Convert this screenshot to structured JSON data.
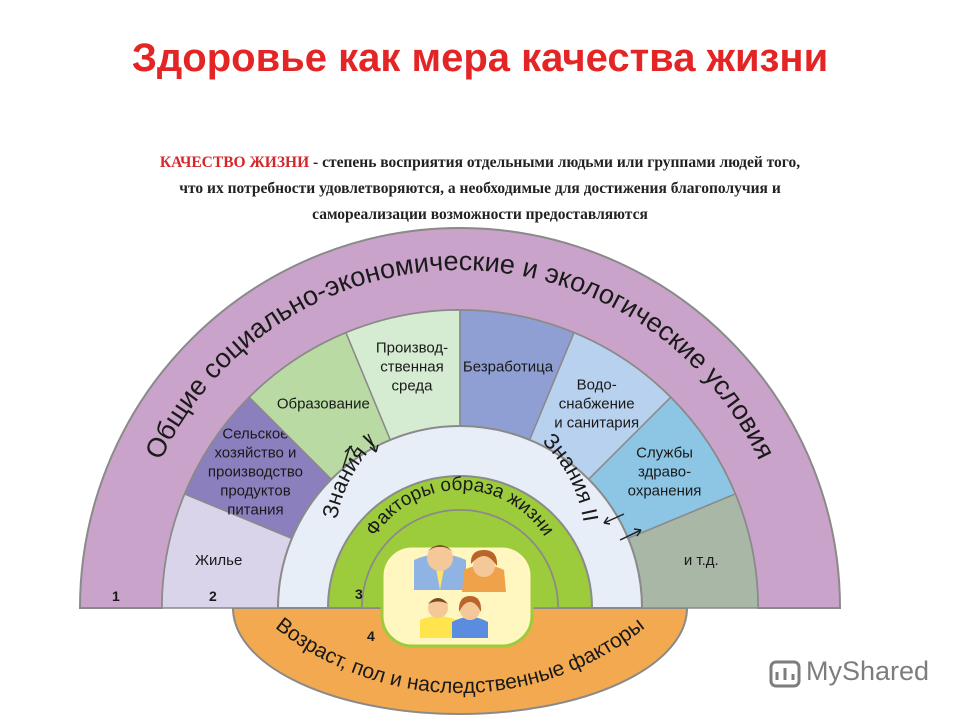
{
  "title": "Здоровье как мера качества жизни",
  "definition": {
    "term": "КАЧЕСТВО ЖИЗНИ",
    "line1": " - степень восприятия отдельными людьми или группами людей того,",
    "line2": "что их потребности удовлетворяются, а необходимые для достижения благополучия и",
    "line3": "самореализации возможности предоставляются"
  },
  "diagram": {
    "outer_arc_label": "Общие социально-экономические и экологические условия",
    "sectors": [
      {
        "lines": [
          "Жилье"
        ],
        "color": "#d9d4ea"
      },
      {
        "lines": [
          "Сельское",
          "хозяйство и",
          "производство",
          "продуктов",
          "питания"
        ],
        "color": "#8b7fbd"
      },
      {
        "lines": [
          "Образование"
        ],
        "color": "#b9dba3"
      },
      {
        "lines": [
          "Производ-",
          "ственная",
          "среда"
        ],
        "color": "#d6ecd2"
      },
      {
        "lines": [
          "Безработица"
        ],
        "color": "#8f9fd3"
      },
      {
        "lines": [
          "Водо-",
          "снабжение",
          "и санитария"
        ],
        "color": "#b8d1ef"
      },
      {
        "lines": [
          "Службы",
          "здраво-",
          "охранения"
        ],
        "color": "#8cc6e4"
      },
      {
        "lines": [
          "и т.д."
        ],
        "color": "#a9b7a6"
      }
    ],
    "knowledge_left": "Знания I",
    "knowledge_right": "Знания II",
    "lifestyle_label": "Факторы образа жизни",
    "base_label": "Возраст, пол и наследственные факторы",
    "numbers": [
      "1",
      "2",
      "3",
      "4"
    ],
    "colors": {
      "outer_band": "#c9a3c9",
      "knowledge_band": "#e8eef7",
      "lifestyle_band": "#9ccb3c",
      "center": "#fff6c0",
      "base": "#f3a94f"
    }
  },
  "watermark": "MyShared"
}
